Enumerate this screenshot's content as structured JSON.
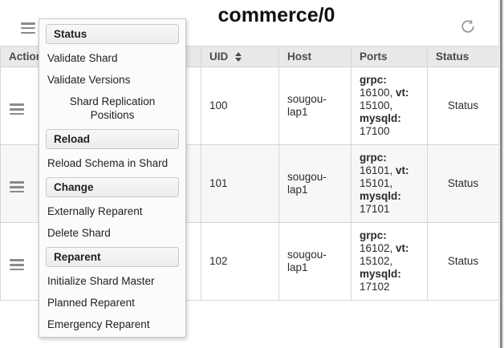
{
  "topbar": {
    "title": "commerce/0",
    "icons": [
      "hamburger-icon",
      "refresh-icon"
    ]
  },
  "colors": {
    "accent_text": "#111111",
    "table_header_bg": "#e9e9e9",
    "row_alt_bg": "#f7f7f7",
    "border": "#d5d5d5",
    "menu_bg": "#fbfbfb",
    "section_header_bg": "#f0f0f0",
    "icon_gray": "#8a8a8a",
    "header_text": "#4a4a4a",
    "body_text": "#2b2b2b"
  },
  "table": {
    "columns": [
      {
        "label": "Action",
        "sortable": false
      },
      {
        "label": "",
        "sortable": false
      },
      {
        "label": "UID",
        "sortable": true
      },
      {
        "label": "Host",
        "sortable": false
      },
      {
        "label": "Ports",
        "sortable": false
      },
      {
        "label": "Status",
        "sortable": false
      }
    ],
    "rows": [
      {
        "uid": "100",
        "host": "sougou-lap1",
        "ports": [
          {
            "text": "grpc:",
            "bold": true
          },
          {
            "text": " 16100, ",
            "bold": false
          },
          {
            "text": "vt:",
            "bold": true
          },
          {
            "text": " 15100, ",
            "bold": false
          },
          {
            "text": "mysqld:",
            "bold": true
          },
          {
            "text": " 17100",
            "bold": false
          }
        ],
        "status": "Status"
      },
      {
        "uid": "101",
        "host": "sougou-lap1",
        "ports": [
          {
            "text": "grpc:",
            "bold": true
          },
          {
            "text": " 16101, ",
            "bold": false
          },
          {
            "text": "vt:",
            "bold": true
          },
          {
            "text": " 15101, ",
            "bold": false
          },
          {
            "text": "mysqld:",
            "bold": true
          },
          {
            "text": " 17101",
            "bold": false
          }
        ],
        "status": "Status"
      },
      {
        "uid": "102",
        "host": "sougou-lap1",
        "ports": [
          {
            "text": "grpc:",
            "bold": true
          },
          {
            "text": " 16102, ",
            "bold": false
          },
          {
            "text": "vt:",
            "bold": true
          },
          {
            "text": " 15102, ",
            "bold": false
          },
          {
            "text": "mysqld:",
            "bold": true
          },
          {
            "text": " 17102",
            "bold": false
          }
        ],
        "status": "Status"
      }
    ]
  },
  "context_menu": {
    "sections": [
      {
        "header": "Status",
        "items": [
          {
            "label": "Validate Shard",
            "centered": false
          },
          {
            "label": "Validate Versions",
            "centered": false
          },
          {
            "label": "Shard Replication Positions",
            "centered": true
          }
        ]
      },
      {
        "header": "Reload",
        "items": [
          {
            "label": "Reload Schema in Shard",
            "centered": false
          }
        ]
      },
      {
        "header": "Change",
        "items": [
          {
            "label": "Externally Reparent",
            "centered": false
          },
          {
            "label": "Delete Shard",
            "centered": false
          }
        ]
      },
      {
        "header": "Reparent",
        "items": [
          {
            "label": "Initialize Shard Master",
            "centered": false
          },
          {
            "label": "Planned Reparent",
            "centered": false
          },
          {
            "label": "Emergency Reparent",
            "centered": false
          }
        ]
      }
    ]
  }
}
